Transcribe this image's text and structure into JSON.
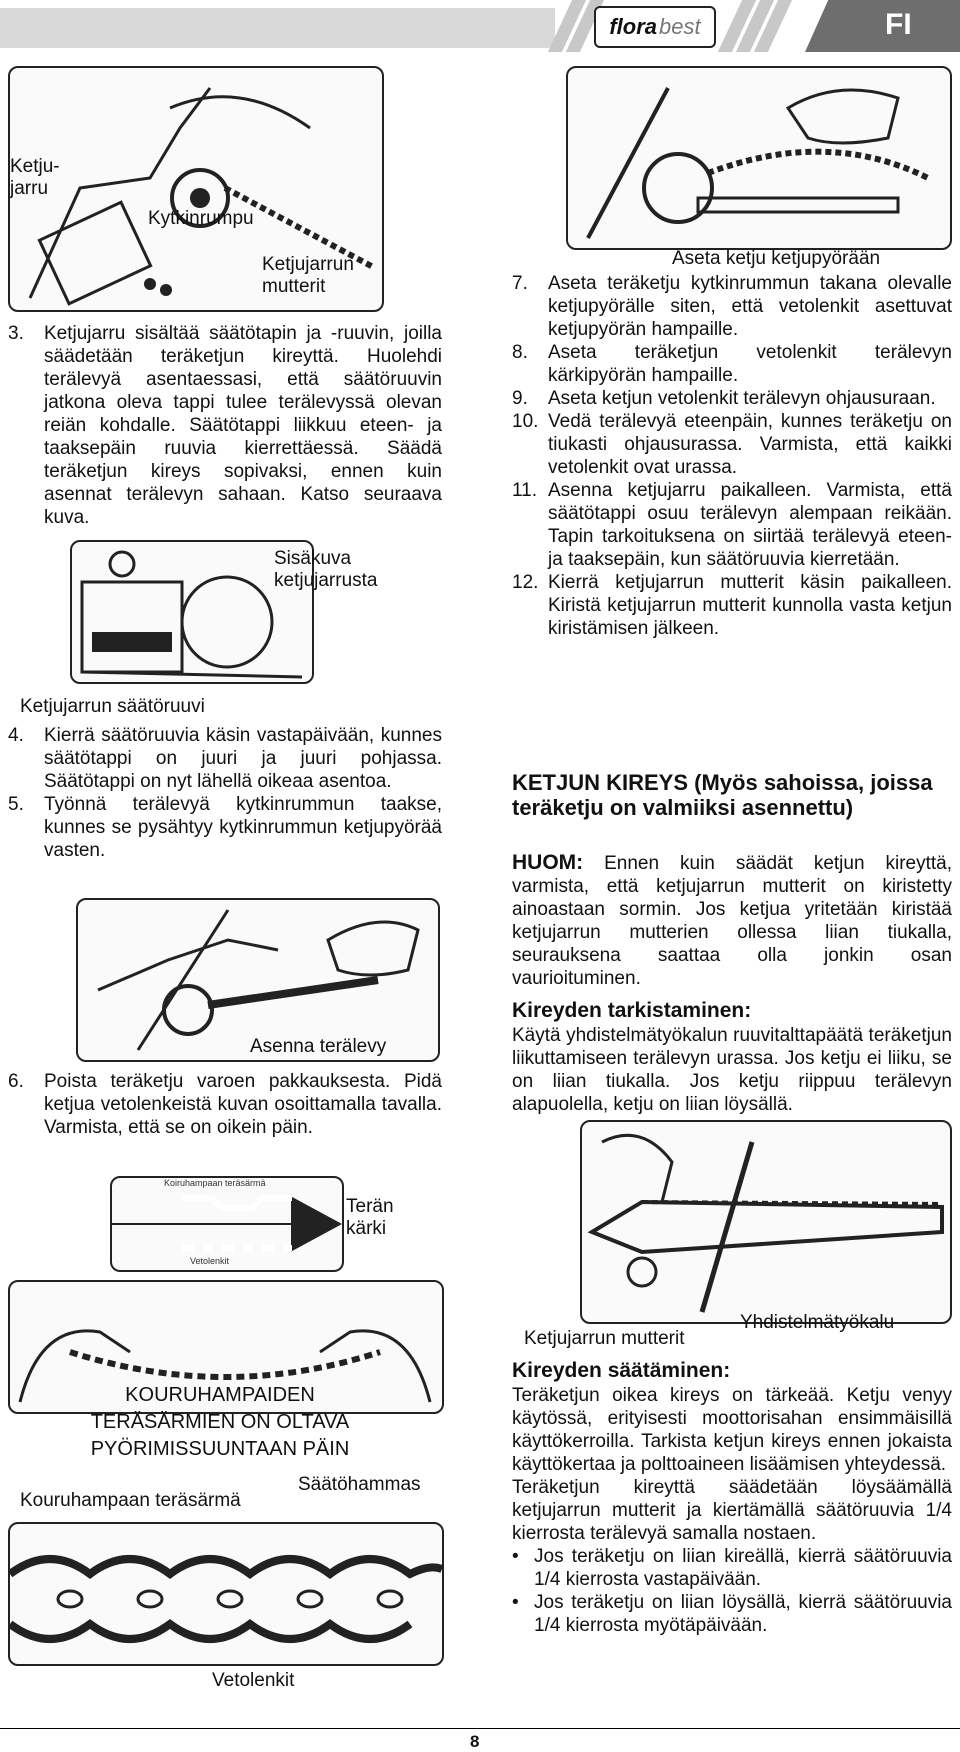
{
  "header": {
    "logo_main": "flora",
    "logo_sub": "best",
    "language": "FI"
  },
  "figures": {
    "fig1": {
      "label_brake": "Ketju-\njarru",
      "label_drum": "Kytkinrumpu",
      "label_nuts": "Ketjujarrun\nmutterit"
    },
    "fig2": {
      "label_view": "Sisäkuva\nketjujarrusta",
      "label_screw": "Ketjujarrun säätöruuvi"
    },
    "fig3": {
      "label": "Asenna terälevy"
    },
    "fig4": {
      "label_top": "Koiruhampaan teräsärmä",
      "label_bottom": "Vetolenkit",
      "label_tip": "Terän\nkärki"
    },
    "fig5": {
      "caps": "KOURUHAMPAIDEN\nTERÄSÄRMIEN ON OLTAVA\nPYÖRIMISSUUNTAAN PÄIN",
      "label_edge": "Kouruhampaan teräsärmä",
      "label_tooth": "Säätöhammas",
      "label_links": "Vetolenkit"
    },
    "fig6": {
      "label": "Aseta ketju ketjupyörään"
    },
    "fig7": {
      "label_nuts": "Ketjujarrun mutterit",
      "label_tool": "Yhdistelmätyökalu"
    }
  },
  "left": {
    "step3": {
      "num": "3.",
      "text": "Ketjujarru sisältää säätötapin ja -ruuvin, joilla säädetään teräketjun kireyttä. Huolehdi terälevyä asentaessasi, että säätöruuvin jatkona oleva tappi tulee terälevyssä olevan reiän kohdalle. Säätötappi liikkuu eteen- ja taaksepäin ruuvia kierrettäessä. Säädä teräketjun kireys sopivaksi, ennen kuin asennat terälevyn sahaan. Katso seuraava kuva."
    },
    "step4": {
      "num": "4.",
      "text": "Kierrä säätöruuvia käsin vastapäivään, kunnes säätötappi on juuri ja juuri pohjassa. Säätötappi on nyt lähellä oikeaa asentoa."
    },
    "step5": {
      "num": "5.",
      "text": "Työnnä terälevyä kytkinrummun taakse, kunnes se pysähtyy kytkinrummun ketjupyörää vasten."
    },
    "step6": {
      "num": "6.",
      "text": "Poista teräketju varoen pakkauksesta. Pidä ketjua vetolenkeistä kuvan osoittamalla tavalla. Varmista, että se on oikein päin."
    }
  },
  "right": {
    "step7": {
      "num": "7.",
      "text": "Aseta teräketju kytkinrummun takana olevalle ketjupyörälle siten, että vetolenkit asettuvat ketjupyörän hampaille."
    },
    "step8": {
      "num": "8.",
      "text": "Aseta teräketjun vetolenkit terälevyn kärkipyörän hampaille."
    },
    "step9": {
      "num": "9.",
      "text": "Aseta ketjun vetolenkit terälevyn ohjausuraan."
    },
    "step10": {
      "num": "10.",
      "text": "Vedä terälevyä eteenpäin, kunnes teräketju on tiukasti ohjausurassa. Varmista, että kaikki vetolenkit ovat urassa."
    },
    "step11": {
      "num": "11.",
      "text": "Asenna ketjujarru paikalleen. Varmista, että säätötappi osuu terälevyn alempaan reikään. Tapin tarkoituksena on siirtää terälevyä eteen- ja taaksepäin, kun säätöruuvia kierretään."
    },
    "step12": {
      "num": "12.",
      "text": "Kierrä ketjujarrun mutterit käsin paikalleen. Kiristä ketjujarrun mutterit kunnolla vasta ketjun kiristämisen jälkeen."
    },
    "heading": "KETJUN KIREYS (Myös sahoissa, joissa teräketju on valmiiksi asennettu)",
    "note_label": "HUOM:",
    "note_text": " Ennen kuin säädät ketjun kireyttä, varmista, että ketjujarrun mutterit on kiristetty ainoastaan sormin. Jos ketjua yritetään kiristää ketjujarrun mutterien ollessa liian tiukalla, seurauksena saattaa olla jonkin osan vaurioituminen.",
    "check_heading": "Kireyden tarkistaminen:",
    "check_text": "Käytä yhdistelmätyökalun ruuvitalttapäätä teräketjun liikuttamiseen terälevyn urassa. Jos ketju ei liiku, se on liian tiukalla. Jos ketju riippuu terälevyn alapuolella, ketju on liian löysällä.",
    "adjust_heading": "Kireyden säätäminen:",
    "adjust_p1": "Teräketjun oikea kireys on tärkeää. Ketju venyy käytössä, erityisesti moottorisahan ensimmäisillä käyttökerroilla. Tarkista ketjun kireys ennen jokaista käyttökertaa ja polttoaineen lisäämisen yhteydessä.",
    "adjust_p2": "Teräketjun kireyttä säädetään löysäämällä ketjujarrun mutterit ja kiertämällä säätöruuvia 1/4 kierrosta terälevyä samalla nostaen.",
    "bullet1": "Jos teräketju on liian kireällä, kierrä säätöruuvia 1/4 kierrosta vastapäivään.",
    "bullet2": "Jos teräketju on liian löysällä, kierrä säätöruuvia 1/4 kierrosta myötäpäivään."
  },
  "footer": {
    "page": "8"
  }
}
